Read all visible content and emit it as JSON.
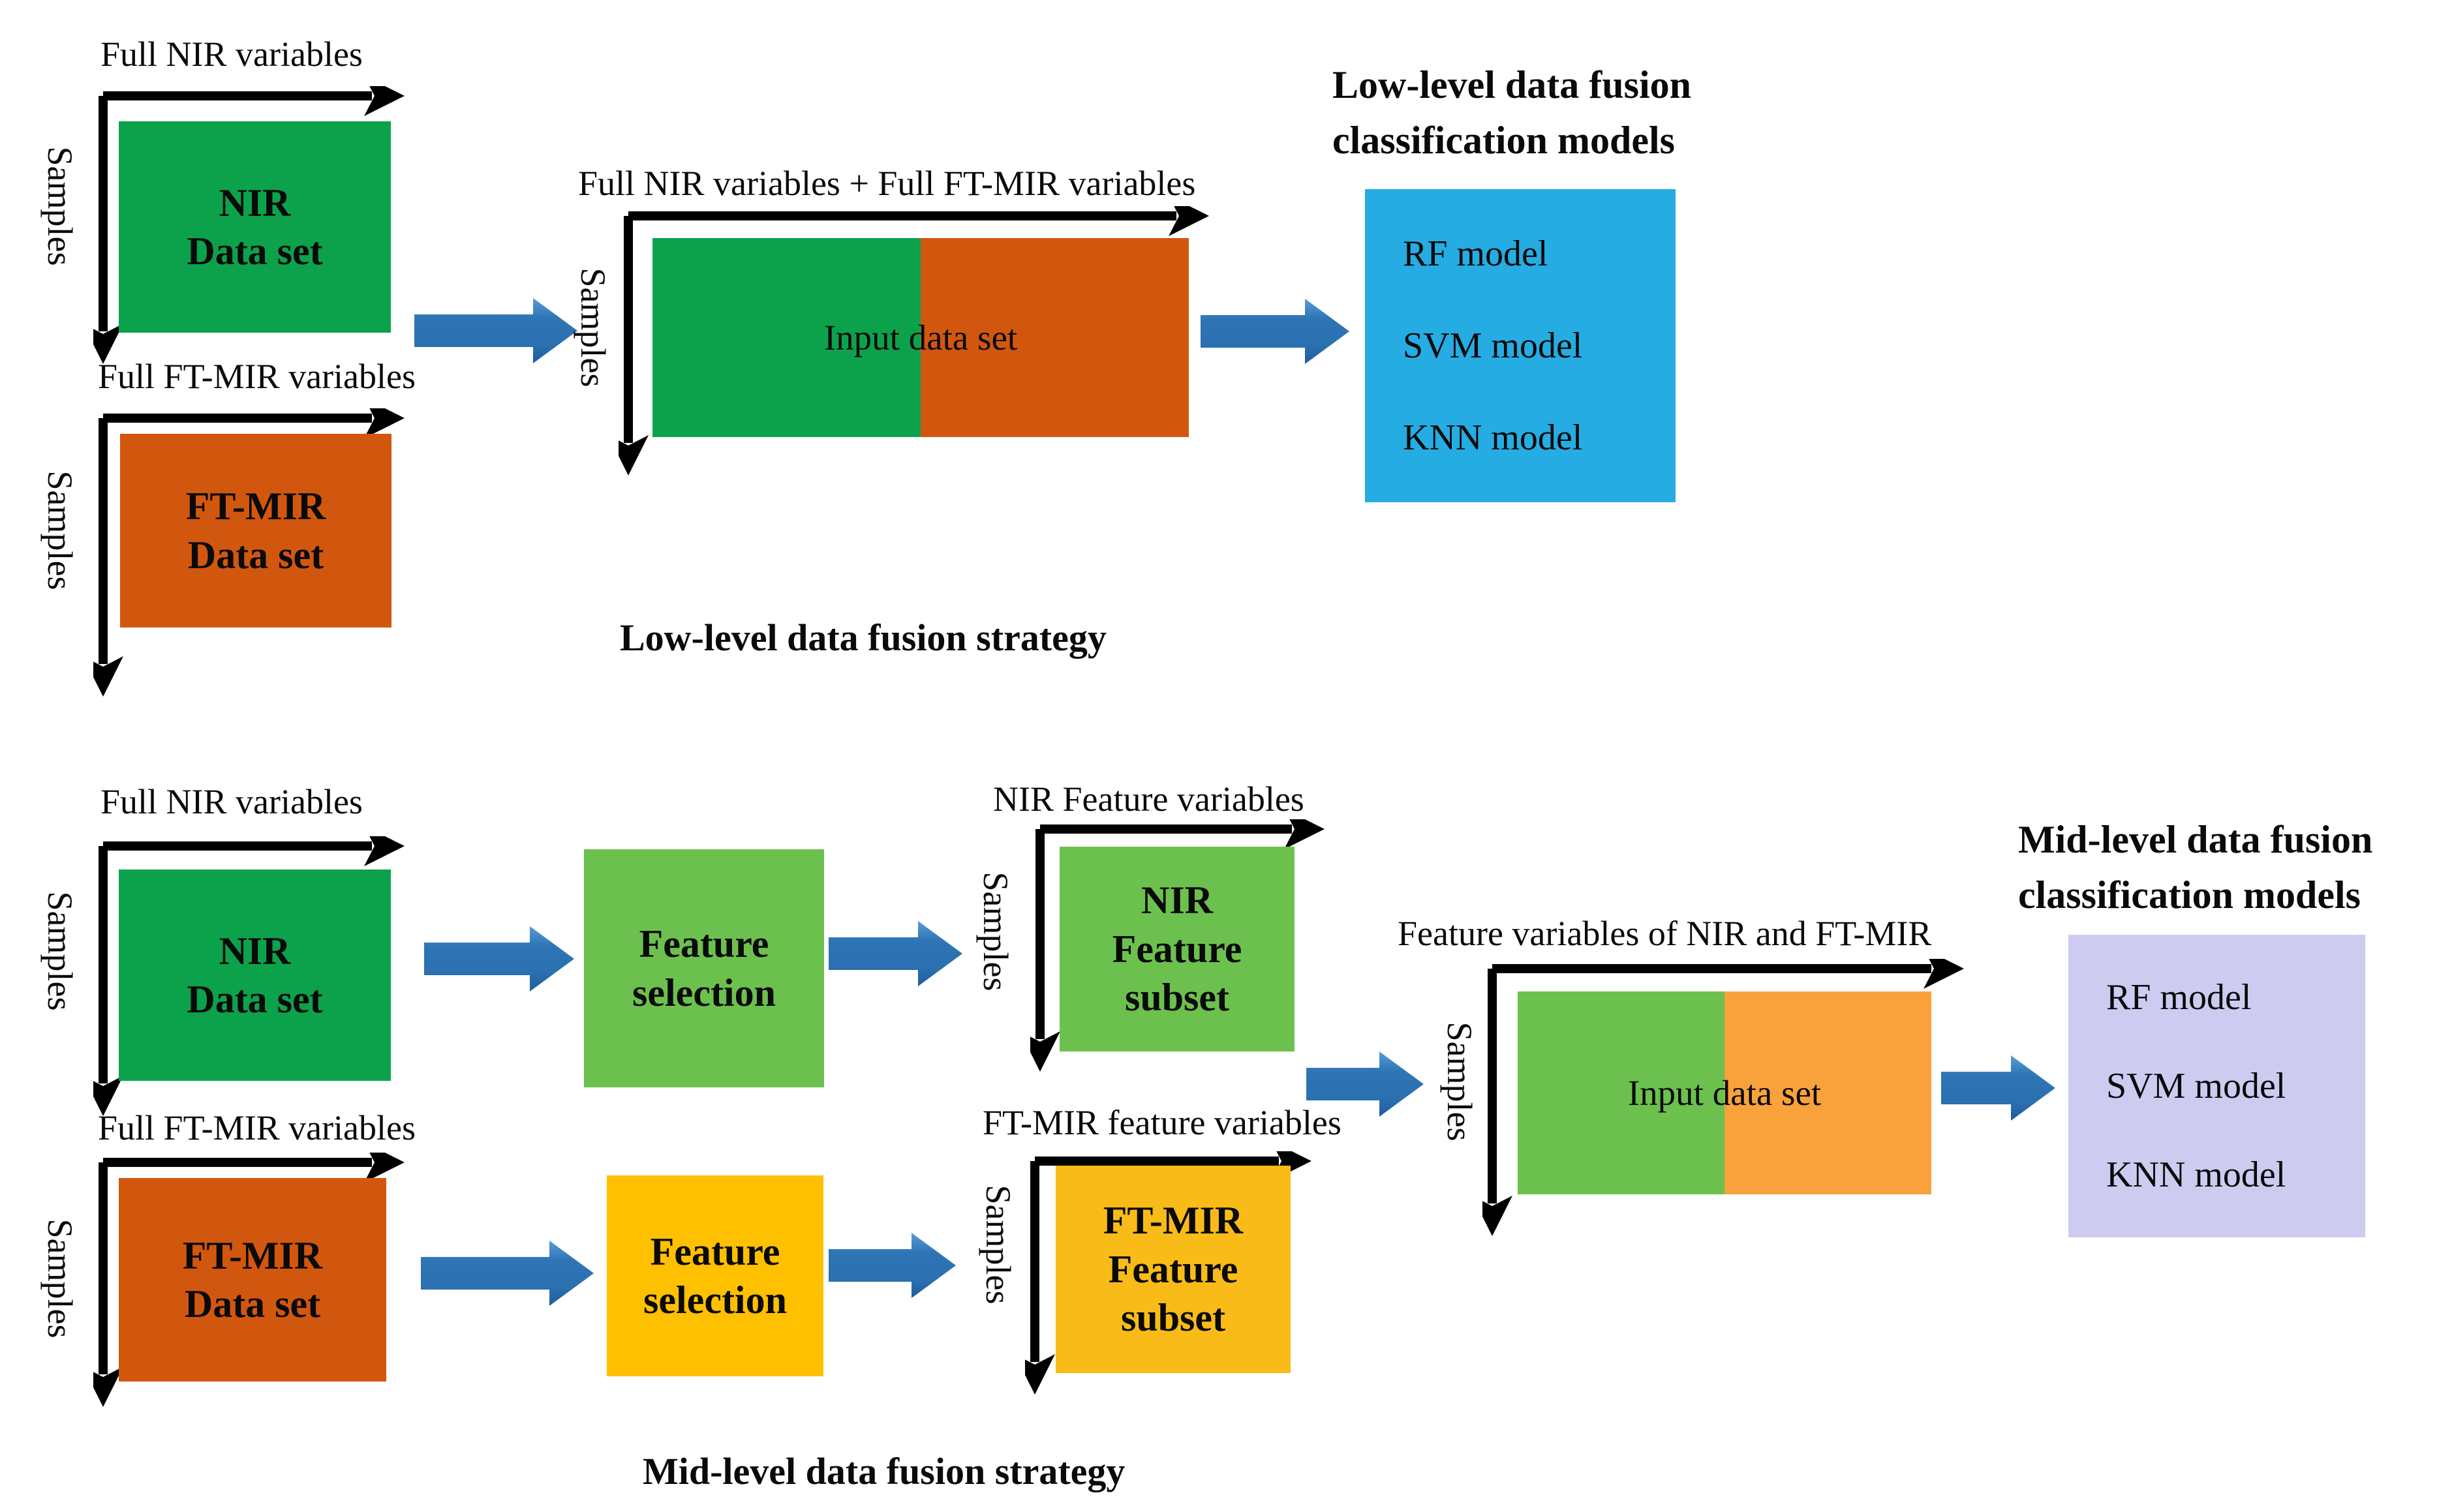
{
  "diagram": {
    "samples_label": "Samples",
    "low": {
      "nir": {
        "axis": "Full NIR variables",
        "lines": [
          "NIR",
          "Data set"
        ]
      },
      "ftmir": {
        "axis": "Full FT-MIR variables",
        "lines": [
          "FT-MIR",
          "Data set"
        ]
      },
      "input": {
        "axis": "Full NIR variables + Full FT-MIR variables",
        "label": "Input data set"
      },
      "models_title": [
        "Low-level data fusion",
        "classification models"
      ],
      "models": [
        "RF model",
        "SVM model",
        "KNN model"
      ],
      "strategy": "Low-level data fusion strategy"
    },
    "mid": {
      "nir": {
        "axis": "Full NIR variables",
        "lines": [
          "NIR",
          "Data set"
        ]
      },
      "ftmir": {
        "axis": "Full FT-MIR variables",
        "lines": [
          "FT-MIR",
          "Data set"
        ]
      },
      "fs_nir": [
        "Feature",
        "selection"
      ],
      "fs_ftmir": [
        "Feature",
        "selection"
      ],
      "nir_subset": {
        "axis": "NIR Feature variables",
        "lines": [
          "NIR",
          "Feature",
          "subset"
        ]
      },
      "ftmir_subset": {
        "axis": "FT-MIR feature variables",
        "lines": [
          "FT-MIR",
          "Feature",
          "subset"
        ]
      },
      "input": {
        "axis": "Feature variables of NIR and FT-MIR",
        "label": "Input data set"
      },
      "models_title": [
        "Mid-level data fusion",
        "classification models"
      ],
      "models": [
        "RF model",
        "SVM model",
        "KNN model"
      ],
      "strategy": "Mid-level data fusion strategy"
    },
    "colors": {
      "nir_green": "#0CA24C",
      "ftmir_rust": "#D2570E",
      "feature_green": "#6CC14E",
      "feature_yellow": "#FFC000",
      "subset_gold": "#F8BB17",
      "mid_orange": "#F9A23B",
      "low_models_cyan": "#25ACE3",
      "mid_models_lavender": "#CDCCF0",
      "arrow_blue": "#2E75B6",
      "axis_black": "#000000"
    }
  }
}
